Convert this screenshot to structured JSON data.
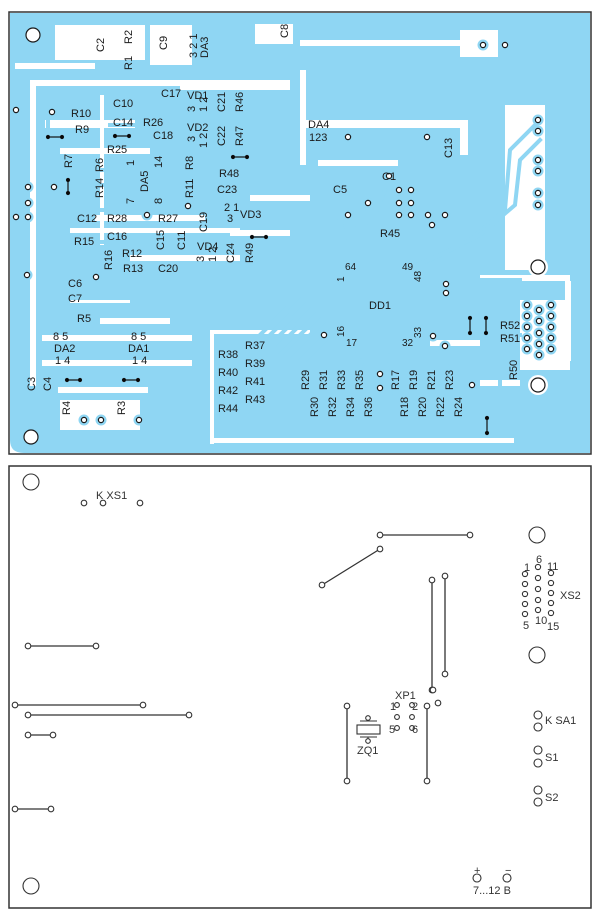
{
  "colors": {
    "copper": "#8fd6f3",
    "board_bg": "#ffffff",
    "outline": "#333333",
    "text": "#1a1a1a"
  },
  "top_board": {
    "name": "copper-side",
    "labels": {
      "C2": "C2",
      "R2": "R2",
      "R1": "R1",
      "C9": "C9",
      "DA3_pins": "3 2 1",
      "DA3": "DA3",
      "C8": "C8",
      "C17": "C17",
      "VD1": "VD1",
      "VD1_pins_a": "3",
      "VD1_pins_b": "1 2",
      "C21": "C21",
      "R46": "R46",
      "R10": "R10",
      "C10": "C10",
      "R9": "R9",
      "C14": "C14",
      "R26": "R26",
      "C18": "C18",
      "VD2": "VD2",
      "VD2_pins_a": "3",
      "VD2_pins_b": "1 2",
      "C22": "C22",
      "R47": "R47",
      "R25": "R25",
      "R7": "R7",
      "R6": "R6",
      "DA5_pin1": "1",
      "DA5_pin14": "14",
      "R8": "R8",
      "R48": "R48",
      "R14": "R14",
      "DA5": "DA5",
      "R11": "R11",
      "C23": "C23",
      "DA5_pin7": "7",
      "DA5_pin8": "8",
      "VD3_pins": "2 1",
      "VD3": "VD3",
      "VD3_pin3": "3",
      "C12": "C12",
      "R28": "R28",
      "R27": "R27",
      "C19": "C19",
      "C16": "C16",
      "R15": "R15",
      "C15": "C15",
      "C11": "C11",
      "VD4": "VD4",
      "VD4_pins_a": "3",
      "VD4_pins_b": "1 2",
      "C24": "C24",
      "R49": "R49",
      "R16": "R16",
      "R12": "R12",
      "R13": "R13",
      "C20": "C20",
      "C6": "C6",
      "C7": "C7",
      "R5": "R5",
      "DA2_top": "8  5",
      "DA2": "DA2",
      "DA2_bot": "1  4",
      "DA1_top": "8 5",
      "DA1": "DA1",
      "DA1_bot": "1 4",
      "C3": "C3",
      "C4": "C4",
      "R4": "R4",
      "R3": "R3",
      "DA4": "DA4",
      "DA4_pins": "123",
      "C13": "C13",
      "C1": "C1",
      "C5": "C5",
      "R45": "R45",
      "DD1": "DD1",
      "pin64": "64",
      "pin1": "1",
      "pin49": "49",
      "pin48": "48",
      "pin16": "16",
      "pin17": "17",
      "pin32": "32",
      "pin33": "33",
      "R37": "R37",
      "R38": "R38",
      "R39": "R39",
      "R40": "R40",
      "R41": "R41",
      "R42": "R42",
      "R43": "R43",
      "R44": "R44",
      "R29": "R29",
      "R31": "R31",
      "R33": "R33",
      "R35": "R35",
      "R30": "R30",
      "R32": "R32",
      "R34": "R34",
      "R36": "R36",
      "R17": "R17",
      "R19": "R19",
      "R21": "R21",
      "R23": "R23",
      "R18": "R18",
      "R20": "R20",
      "R22": "R22",
      "R24": "R24",
      "R52": "R52",
      "R51": "R51",
      "R50": "R50"
    }
  },
  "bottom_board": {
    "name": "component-side",
    "labels": {
      "XS1": "K XS1",
      "XS2": "XS2",
      "XS2_pin1": "1",
      "XS2_pin5": "5",
      "XS2_pin6": "6",
      "XS2_pin10": "10",
      "XS2_pin11": "11",
      "XS2_pin15": "15",
      "XP1": "XP1",
      "XP1_pin1": "1",
      "XP1_pin2": "2",
      "XP1_pin5": "5",
      "XP1_pin6": "6",
      "ZQ1": "ZQ1",
      "SA1": "K SA1",
      "S1": "S1",
      "S2": "S2",
      "power_plus": "+",
      "power_minus": "−",
      "power_label": "7...12 B"
    }
  }
}
